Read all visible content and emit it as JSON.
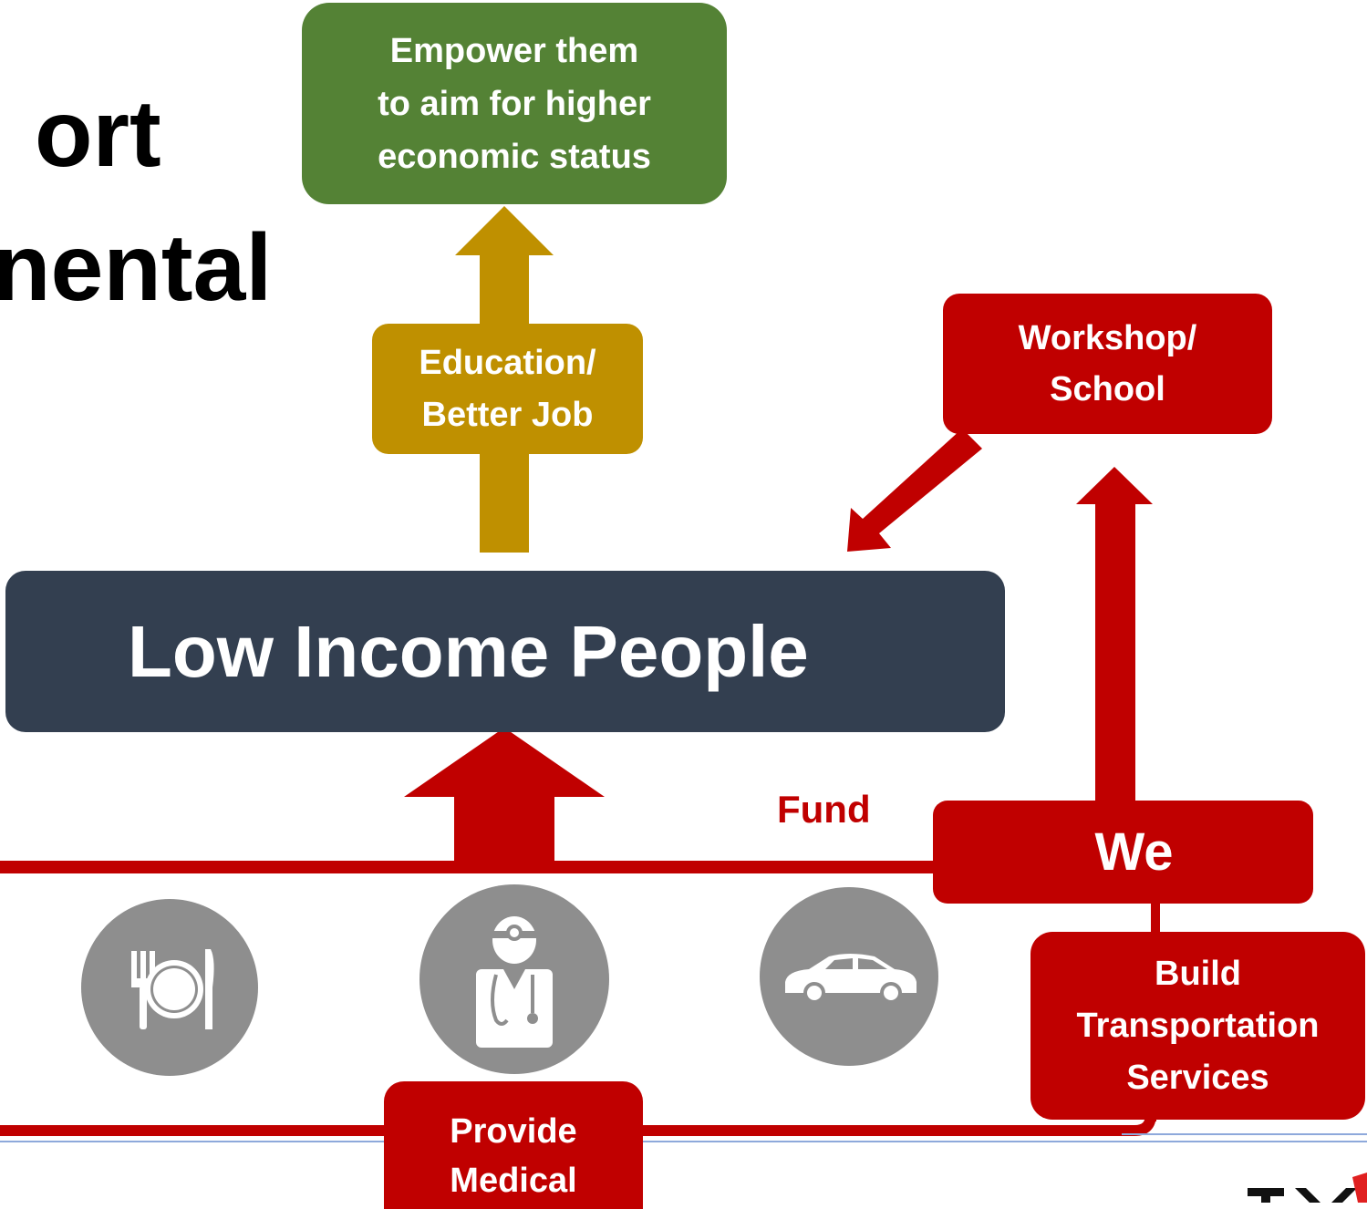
{
  "title_fragments": [
    "ort",
    "nental"
  ],
  "nodes": {
    "empower": "Empower them\nto aim for higher\neconomic status",
    "education": "Education/\nBetter Job",
    "workshop": "Workshop/\nSchool",
    "low_income": "Low Income People",
    "fund_label": "Fund",
    "we": "We",
    "transport": "Build\nTransportation\nServices",
    "medical": "Provide\nMedical"
  },
  "icons": [
    "food-plate-icon",
    "doctor-icon",
    "car-icon"
  ],
  "colors": {
    "green": "#548235",
    "gold": "#bf9000",
    "red": "#c00000",
    "navy": "#333f50",
    "icon_gray": "#8e8e8e",
    "rule_blue": "#8ea9db"
  }
}
